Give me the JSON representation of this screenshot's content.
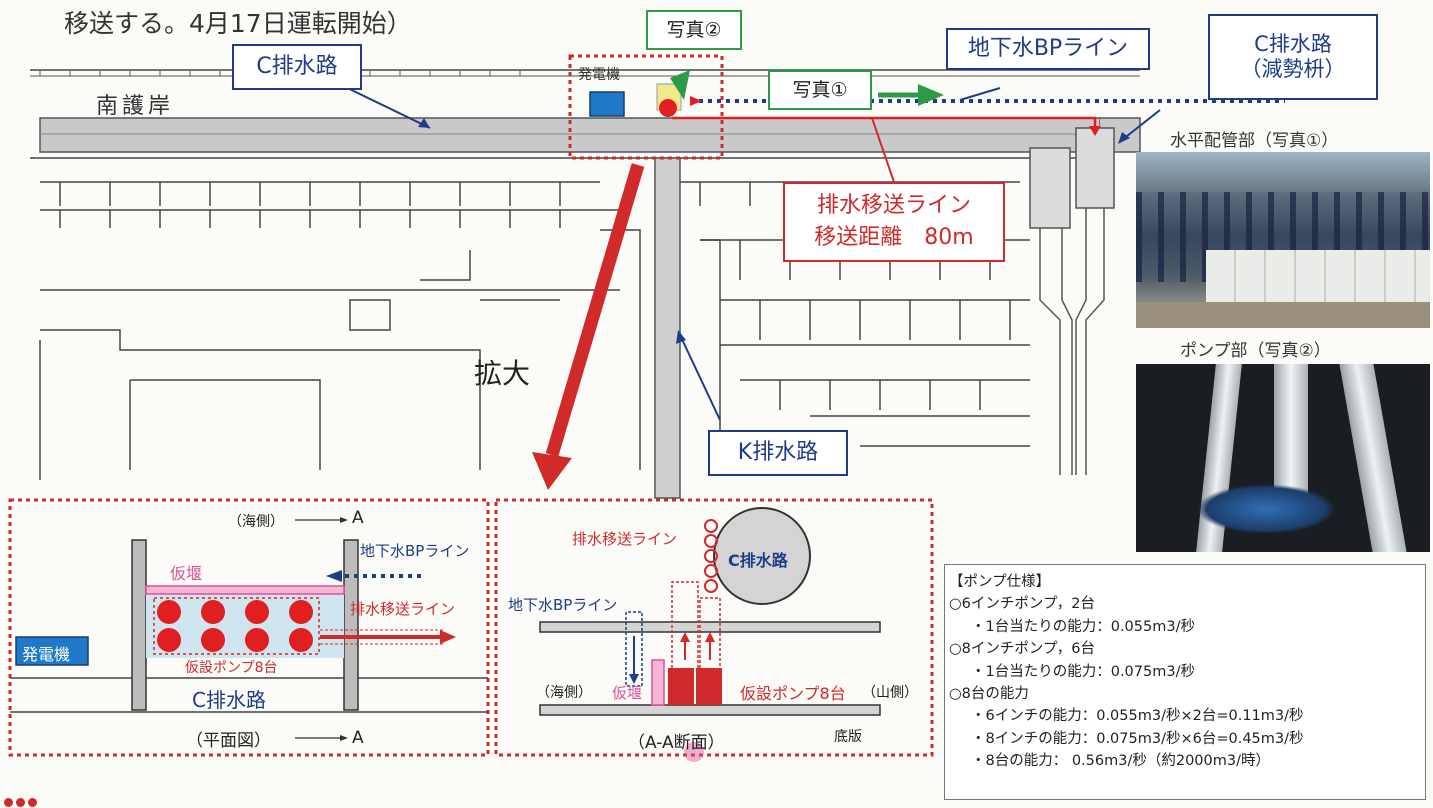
{
  "top": {
    "intro_line": "移送する。4月17日運転開始）",
    "photo2_tag": "写真②",
    "photo1_tag": "写真①",
    "gw_bp_line": "地下水BPライン",
    "c_channel": "C排水路",
    "c_channel_label": "C排水路",
    "c_channel_sub": "（減勢枡）",
    "generator": "発電機",
    "south_seawall": "南護岸",
    "transfer_line": "排水移送ライン",
    "transfer_distance": "移送距離　80m",
    "enlarge": "拡大",
    "k_channel": "K排水路"
  },
  "photos": {
    "horizontal_piping": "水平配管部（写真①）",
    "pump_section": "ポンプ部（写真②）"
  },
  "plan_view": {
    "sea_side": "（海側）",
    "arrow_a": "A",
    "gw_bp_line": "地下水BPライン",
    "temp_weir": "仮堰",
    "transfer_line": "排水移送ライン",
    "generator": "発電機",
    "temp_pumps": "仮設ポンプ8台",
    "c_channel": "C排水路",
    "caption": "（平面図）",
    "caption_arrow_a": "A"
  },
  "section_view": {
    "transfer_line": "排水移送ライン",
    "c_channel": "C排水路",
    "gw_bp_line": "地下水BPライン",
    "sea_side": "（海側）",
    "temp_weir": "仮堰",
    "temp_pumps": "仮設ポンプ8台",
    "mountain_side": "（山側）",
    "bottom_slab": "底版",
    "caption": "（A-A断面）"
  },
  "pump_spec": {
    "title": "【ポンプ仕様】",
    "lines": [
      "○6インチポンプ，2台",
      "・1台当たりの能力：0.055m3/秒",
      "○8インチポンプ，6台",
      "・1台当たりの能力：0.075m3/秒",
      "○8台の能力",
      "・6インチの能力：0.055m3/秒×2台=0.11m3/秒",
      "・8インチの能力：0.075m3/秒×6台=0.45m3/秒",
      "・8台の能力： 0.56m3/秒（約2000m3/時）"
    ]
  },
  "colors": {
    "red": "#d12a2a",
    "navy": "#1f3c88",
    "green": "#2f9a46",
    "pink": "#e04f9a",
    "generator_blue": "#1f78c8"
  }
}
